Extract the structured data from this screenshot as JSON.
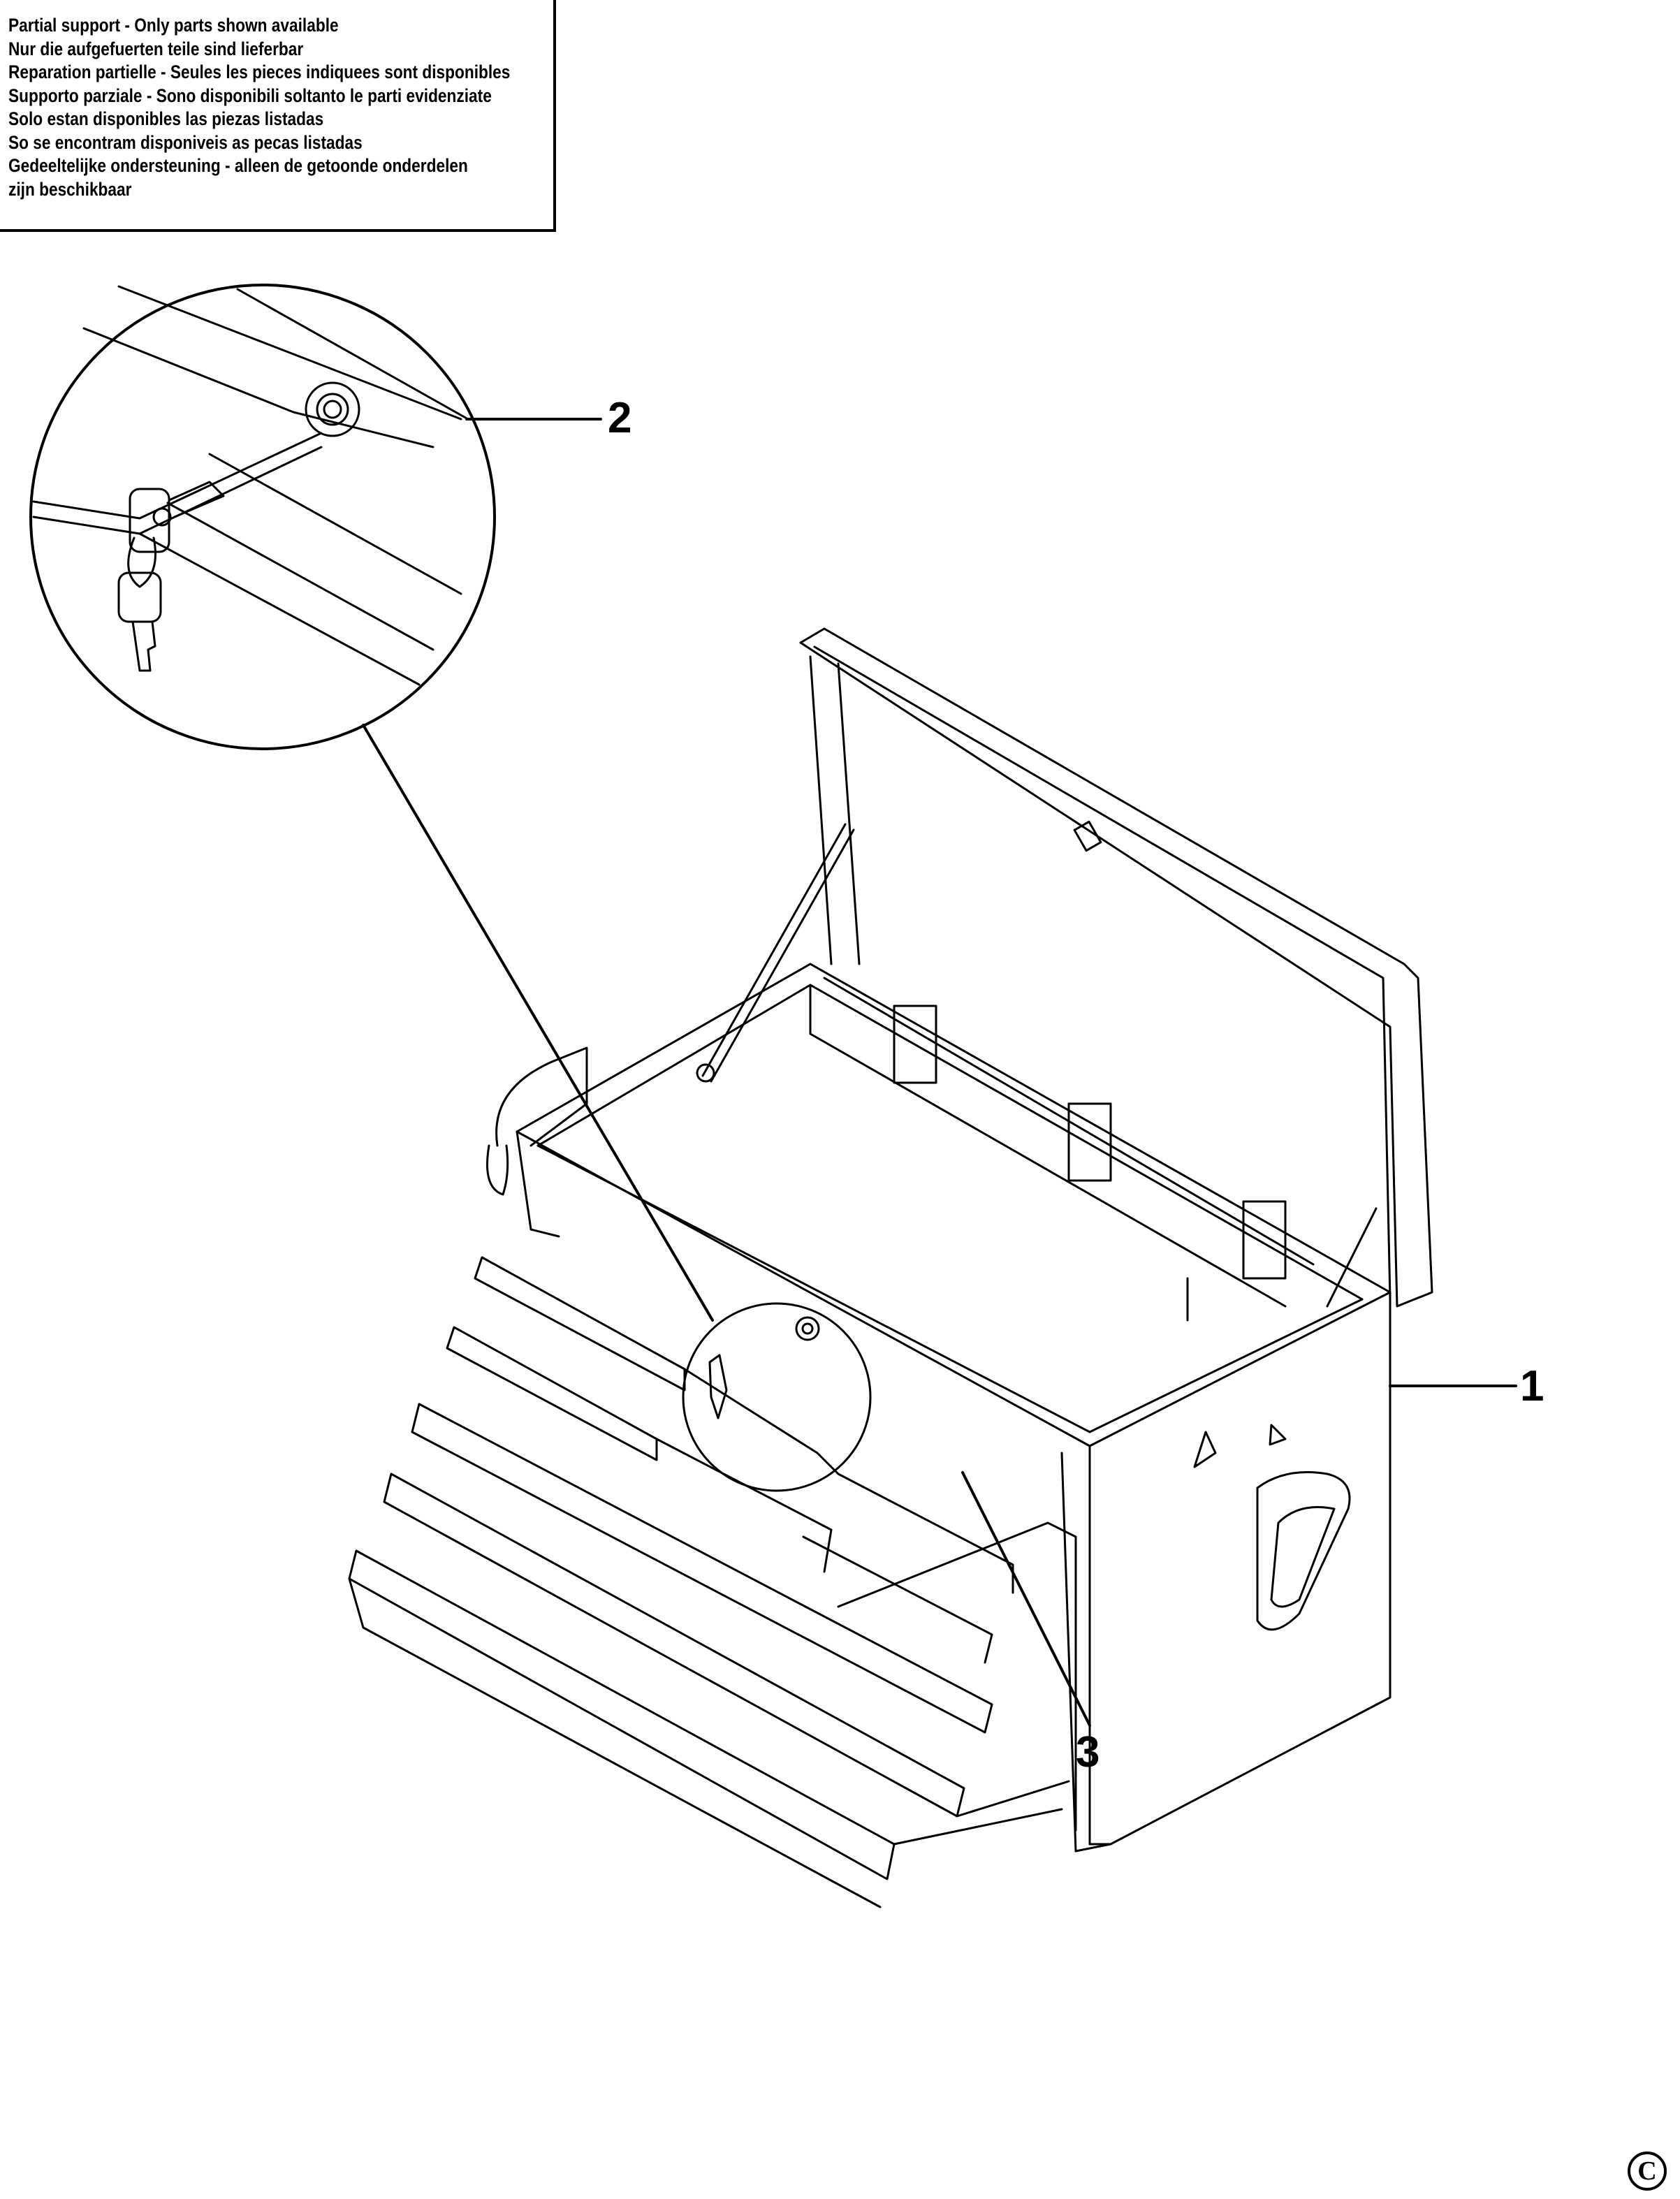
{
  "notice": {
    "lines": [
      "Partial support - Only parts shown available",
      "Nur die aufgefuerten teile sind lieferbar",
      "Reparation partielle - Seules les pieces indiquees sont disponibles",
      "Supporto parziale - Sono disponibili soltanto le parti evidenziate",
      "Solo estan disponibles las piezas listadas",
      "So se encontram disponiveis as pecas listadas",
      "Gedeeltelijke ondersteuning - alleen de getoonde onderdelen",
      "zijn beschikbaar"
    ]
  },
  "callouts": [
    {
      "id": "2",
      "label": "2"
    },
    {
      "id": "1",
      "label": "1"
    },
    {
      "id": "3",
      "label": "3"
    }
  ],
  "copyright_symbol": "C",
  "colors": {
    "ink": "#000000",
    "paper": "#ffffff"
  }
}
